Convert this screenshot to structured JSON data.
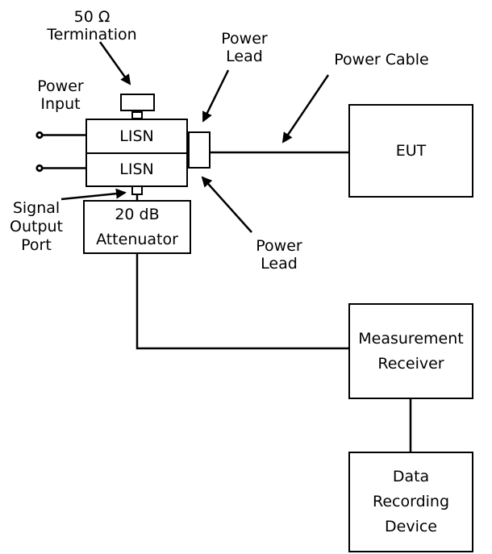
{
  "diagram": {
    "background_color": "#ffffff",
    "line_color": "#000000",
    "labels": {
      "power_input": "Power\nInput",
      "termination": "50 Ω\nTermination",
      "power_lead_top": "Power\nLead",
      "power_cable": "Power Cable",
      "signal_output_port": "Signal\nOutput\nPort",
      "power_lead_bottom": "Power\nLead"
    },
    "boxes": {
      "lisn_top": "LISN",
      "lisn_bottom": "LISN",
      "attenuator": "20 dB\nAttenuator",
      "eut": "EUT",
      "measurement_receiver": "Measurement\nReceiver",
      "data_recording_device": "Data\nRecording\nDevice"
    }
  }
}
